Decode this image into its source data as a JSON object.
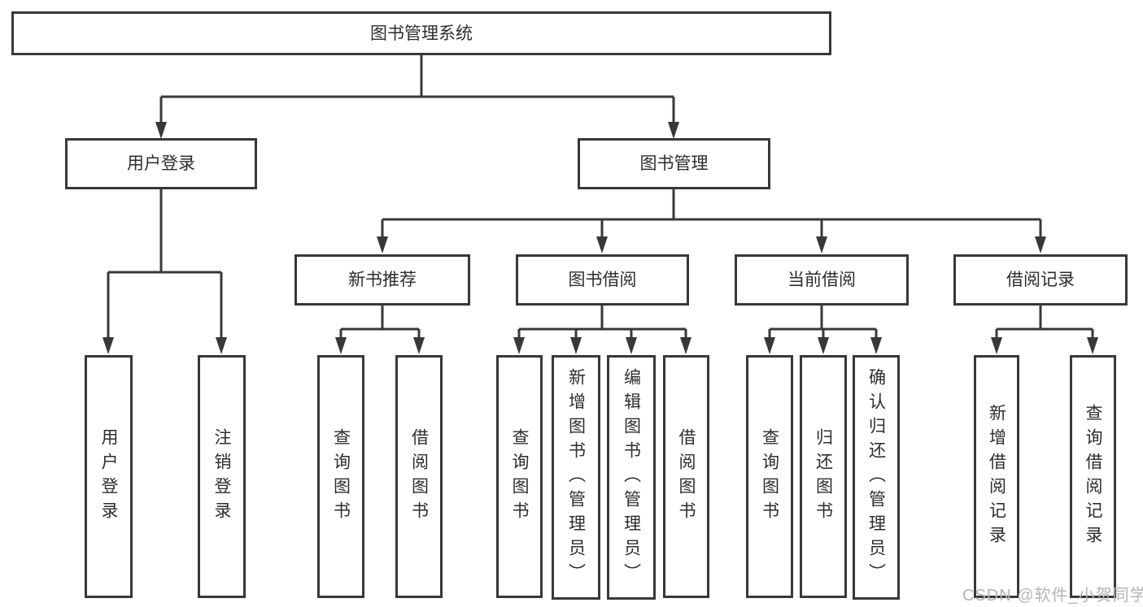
{
  "tree": {
    "root": {
      "label": "图书管理系统"
    },
    "login": {
      "label": "用户登录",
      "children": [
        {
          "label": "用户登录"
        },
        {
          "label": "注销登录"
        }
      ]
    },
    "books": {
      "label": "图书管理",
      "groups": [
        {
          "label": "新书推荐",
          "children": [
            {
              "label": "查询图书"
            },
            {
              "label": "借阅图书"
            }
          ]
        },
        {
          "label": "图书借阅",
          "children": [
            {
              "label": "查询图书"
            },
            {
              "label": "新增图书（管理员）"
            },
            {
              "label": "编辑图书（管理员）"
            },
            {
              "label": "借阅图书"
            }
          ]
        },
        {
          "label": "当前借阅",
          "children": [
            {
              "label": "查询图书"
            },
            {
              "label": "归还图书"
            },
            {
              "label": "确认归还（管理员）"
            }
          ]
        },
        {
          "label": "借阅记录",
          "children": [
            {
              "label": "新增借阅记录"
            },
            {
              "label": "查询借阅记录"
            }
          ]
        }
      ]
    }
  },
  "watermark": {
    "text": "CSDN @软件_小贺同学"
  },
  "colors": {
    "line": "#383838",
    "box_border": "#383838",
    "text": "#2d2d2d",
    "watermark": "#b3b3b3",
    "background": "#ffffff"
  }
}
